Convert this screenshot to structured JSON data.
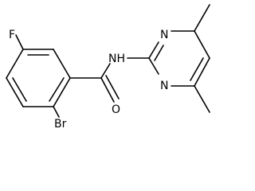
{
  "molecule": {
    "atoms": {
      "fluorine": "F",
      "bromine": "Br",
      "oxygen": "O",
      "amide_nh": "NH",
      "ring_n_upper": "N",
      "ring_n_lower": "N"
    }
  },
  "colors": {
    "bond": "#000000",
    "label": "#000000",
    "background": "#ffffff"
  }
}
